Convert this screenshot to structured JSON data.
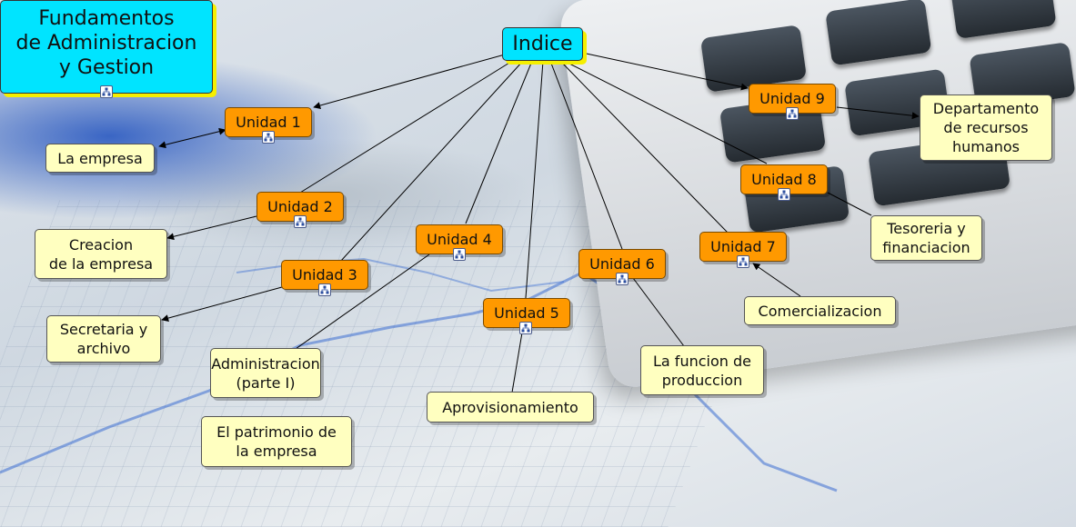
{
  "map": {
    "title": "Fundamentos\nde Administracion\ny Gestion",
    "root": "Indice",
    "units": {
      "u1": "Unidad 1",
      "u2": "Unidad 2",
      "u3": "Unidad 3",
      "u4": "Unidad 4",
      "u5": "Unidad 5",
      "u6": "Unidad 6",
      "u7": "Unidad 7",
      "u8": "Unidad 8",
      "u9": "Unidad 9"
    },
    "topics": {
      "t1": "La empresa",
      "t2": "Creacion\nde la empresa",
      "t3": "Secretaria y\narchivo",
      "t4a": "Administracion\n(parte I)",
      "t4b": "El patrimonio de\nla empresa",
      "t5": "Aprovisionamiento",
      "t6": "La funcion de\nproduccion",
      "t7": "Comercializacion",
      "t8": "Tesoreria y\nfinanciacion",
      "t9": "Departamento\nde recursos\nhumanos"
    },
    "colors": {
      "topic_fill": "#ffffc0",
      "unit_fill": "#ff9900",
      "root_fill": "#00e4ff",
      "root_shadow": "#f5ef00"
    },
    "icons": [
      "submap-icon"
    ]
  }
}
